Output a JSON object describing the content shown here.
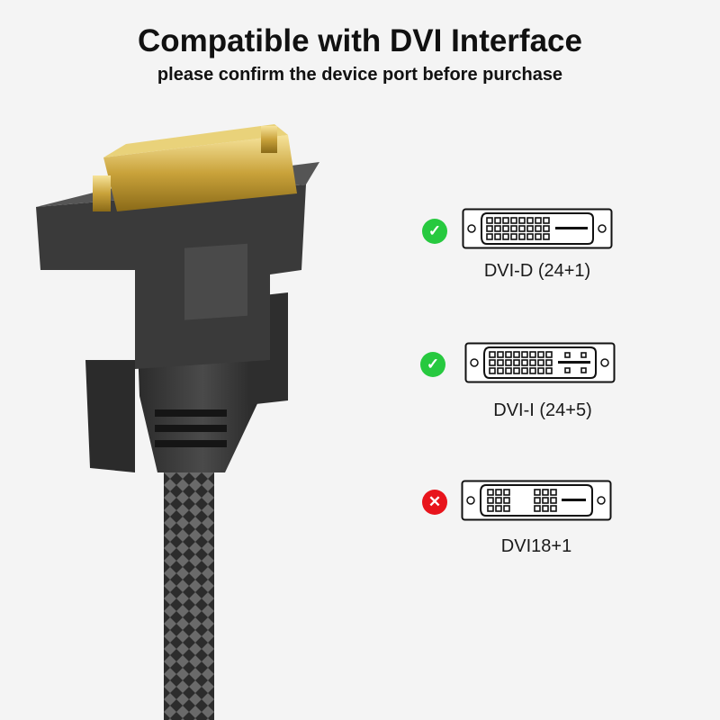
{
  "header": {
    "title": "Compatible with DVI Interface",
    "subtitle": "please confirm the device port before purchase"
  },
  "ports": [
    {
      "label": "DVI-D (24+1)",
      "status": "compatible",
      "status_icon": "check-icon",
      "type": "dvi-d"
    },
    {
      "label": "DVI-I (24+5)",
      "status": "compatible",
      "status_icon": "check-icon",
      "type": "dvi-i"
    },
    {
      "label": "DVI18+1",
      "status": "incompatible",
      "status_icon": "cross-icon",
      "type": "dvi-18"
    }
  ],
  "colors": {
    "ok": "#27c93f",
    "bad": "#e8141c",
    "background": "#f4f4f4"
  }
}
